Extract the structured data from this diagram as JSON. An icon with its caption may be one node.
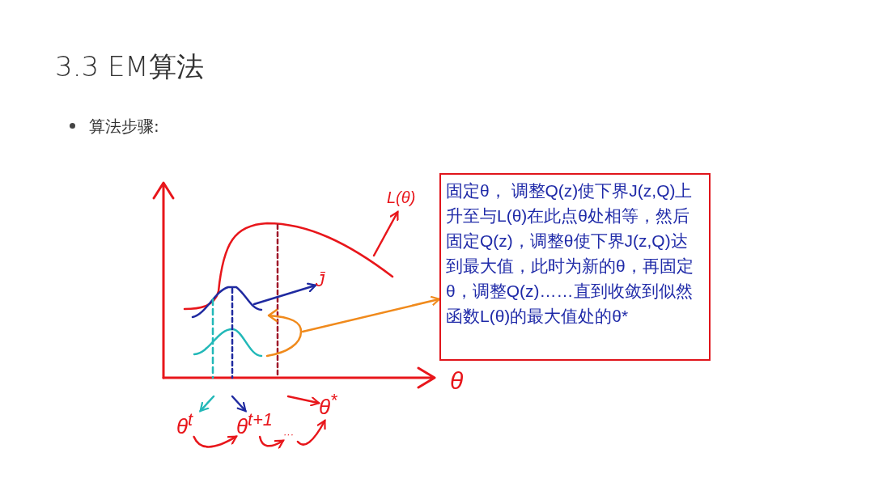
{
  "diagram": {
    "title": "3.3 EM算法",
    "nodes": [
      {
        "text": [
          "固定θ， 调整Q(z)使下界J(z,Q)上升至与L(θ)在此点θ处相等，然后固定Q(z)，调整θ使下界J(z,Q)达到最大值，此时为新的θ，再固定θ，调整Q(z)……直到收敛到似然函数L(θ)的最大值处的θ*"
        ]
      },
      {
        "text": [
          "L(θ)"
        ]
      },
      {
        "text": [
          "J̄"
        ]
      },
      {
        "text": [
          "θ$^{t}$"
        ]
      },
      {
        "text": [
          "θ$^{t+1}$"
        ]
      },
      {
        "text": [
          "···"
        ]
      },
      {
        "text": [
          "θ$^{*}$"
        ]
      }
    ],
    "edges": [
      {
        "from": null,
        "to": 0,
        "arrow": "to",
        "color": "#f08a1c"
      },
      {
        "from": null,
        "to": 1,
        "arrow": "to"
      },
      {
        "from": null,
        "to": 2,
        "arrow": "to",
        "color": "#1f2aa0"
      },
      {
        "from": null,
        "to": 3,
        "arrow": "to",
        "color": "#22b8b8"
      },
      {
        "from": null,
        "to": 4,
        "arrow": "to",
        "color": "#1f2aa0"
      },
      {
        "from": null,
        "to": 6,
        "arrow": "to"
      },
      {
        "from": 3,
        "to": 4,
        "arrow": "to"
      },
      {
        "from": 4,
        "to": 5,
        "arrow": "to"
      },
      {
        "from": 5,
        "to": 6,
        "arrow": "to"
      }
    ],
    "labels": [
      "算法步骤:",
      "θ"
    ]
  }
}
